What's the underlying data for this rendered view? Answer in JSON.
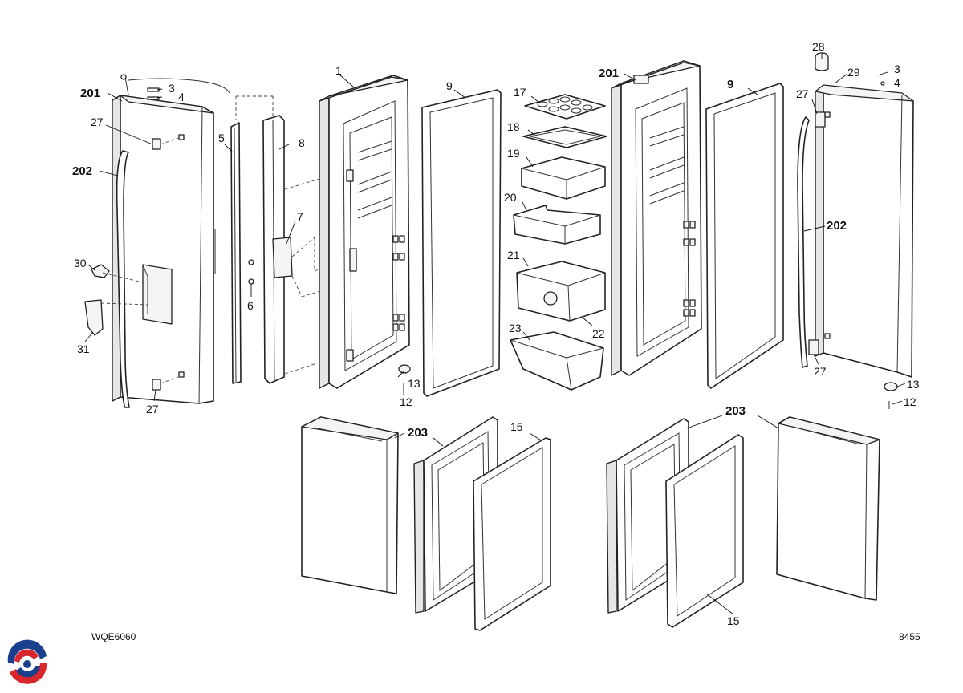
{
  "diagram": {
    "model_code": "WQE6060",
    "page_code": "8455",
    "part_labels": {
      "p201a": "201",
      "p3a": "3",
      "p4a": "4",
      "p27a": "27",
      "p202a": "202",
      "p5": "5",
      "p8": "8",
      "p7": "7",
      "p30": "30",
      "p6": "6",
      "p31": "31",
      "p27b": "27",
      "p1": "1",
      "p9a": "9",
      "p13a": "13",
      "p12a": "12",
      "p17": "17",
      "p18": "18",
      "p19": "19",
      "p20": "20",
      "p21": "21",
      "p22": "22",
      "p23": "23",
      "p201b": "201",
      "p9b": "9",
      "p28": "28",
      "p29": "29",
      "p3b": "3",
      "p4b": "4",
      "p27c": "27",
      "p202b": "202",
      "p27d": "27",
      "p13b": "13",
      "p12b": "12",
      "p203a": "203",
      "p15a": "15",
      "p203b": "203",
      "p15b": "15"
    },
    "colors": {
      "line": "#222222",
      "logo_blue": "#1b3f8f",
      "logo_red": "#d8262c"
    }
  }
}
